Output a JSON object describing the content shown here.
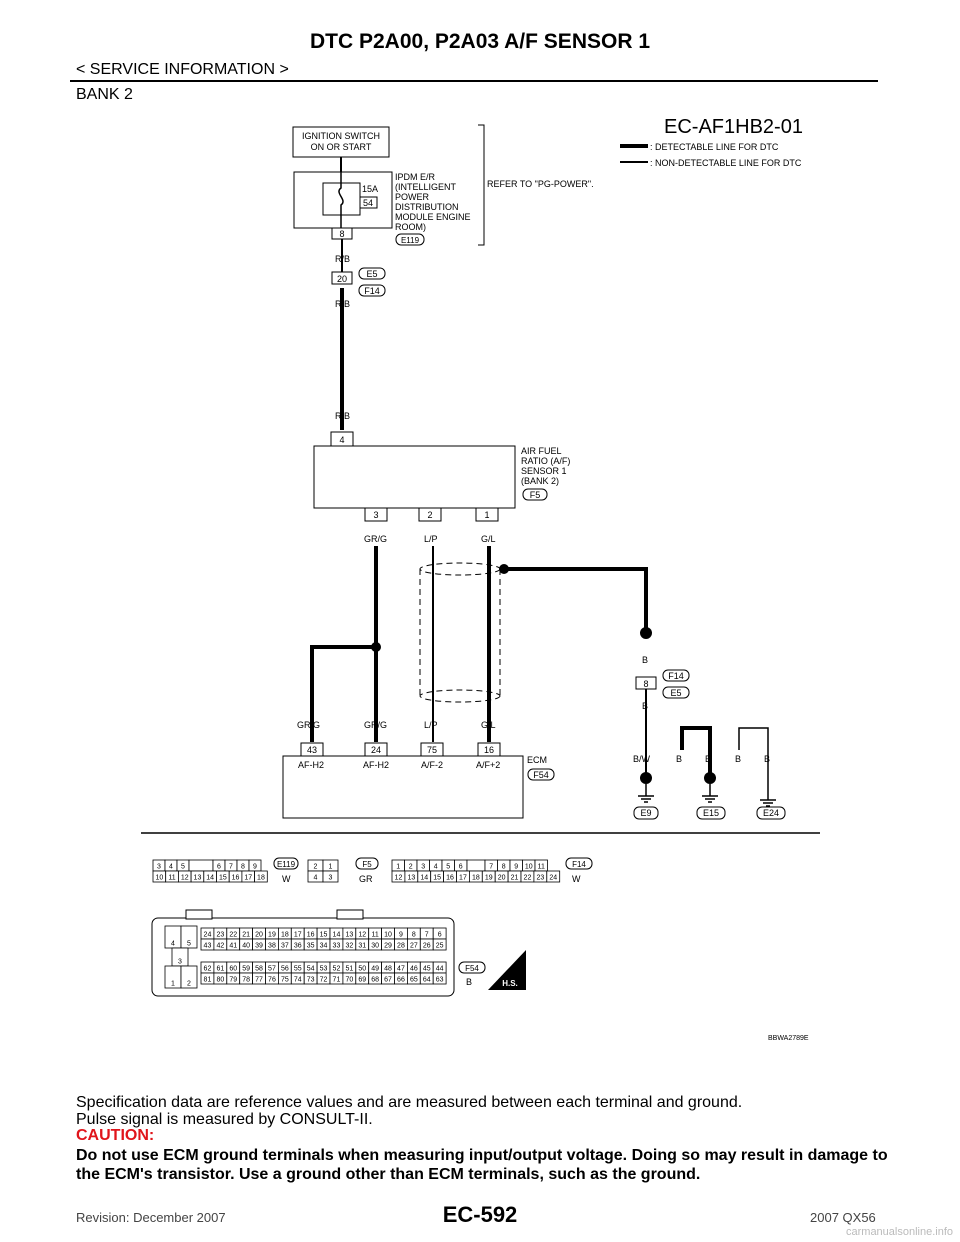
{
  "header": {
    "title": "DTC P2A00, P2A03 A/F SENSOR 1",
    "breadcrumb": "< SERVICE INFORMATION >",
    "section": "BANK 2"
  },
  "diagram": {
    "code": "EC-AF1HB2-01",
    "legend_detectable": ": DETECTABLE LINE FOR DTC",
    "legend_non_detectable": ": NON-DETECTABLE LINE FOR DTC",
    "ignition_switch_line1": "IGNITION SWITCH",
    "ignition_switch_line2": "ON OR START",
    "ipdm_lines": [
      "IPDM E/R",
      "(INTELLIGENT",
      "POWER",
      "DISTRIBUTION",
      "MODULE ENGINE",
      "ROOM)"
    ],
    "refer_text": "REFER TO \"PG-POWER\".",
    "fuse_amp": "15A",
    "fuse_no": "54",
    "ipdm_pin": "8",
    "conn_e119": "E119",
    "wire_rb": "R/B",
    "joint_pin20": "20",
    "conn_e5": "E5",
    "conn_f14": "F14",
    "sensor_pin4": "4",
    "sensor_lines": [
      "AIR FUEL",
      "RATIO (A/F)",
      "SENSOR 1",
      "(BANK 2)"
    ],
    "conn_f5": "F5",
    "sensor_pin3": "3",
    "sensor_pin2": "2",
    "sensor_pin1": "1",
    "wire_grg": "GR/G",
    "wire_lp": "L/P",
    "wire_gl": "G/L",
    "wire_b": "B",
    "joint_pin8": "8",
    "wire_bw": "B/W",
    "ecm_pin43": "43",
    "ecm_pin24": "24",
    "ecm_pin75": "75",
    "ecm_pin16": "16",
    "ecm_label": "ECM",
    "conn_f54": "F54",
    "ecm_term43": "AF-H2",
    "ecm_term24": "AF-H2",
    "ecm_term75": "A/F-2",
    "ecm_term16": "A/F+2",
    "ground_e9": "E9",
    "ground_e15": "E15",
    "ground_e24": "E24",
    "e119_color": "W",
    "f5_color": "GR",
    "f14_color": "W",
    "f54_color": "B",
    "hs_mark": "H.S.",
    "image_id": "BBWA2789E"
  },
  "connectors": {
    "e119_top": [
      "3",
      "4",
      "5",
      "",
      "6",
      "7",
      "8",
      "9"
    ],
    "e119_bottom": [
      "10",
      "11",
      "12",
      "13",
      "14",
      "15",
      "16",
      "17",
      "18"
    ],
    "f5_top": [
      "2",
      "1"
    ],
    "f5_bottom": [
      "4",
      "3"
    ],
    "f14_top": [
      "1",
      "2",
      "3",
      "4",
      "5",
      "6",
      "",
      "7",
      "8",
      "9",
      "10",
      "11"
    ],
    "f14_bottom": [
      "12",
      "13",
      "14",
      "15",
      "16",
      "17",
      "18",
      "19",
      "20",
      "21",
      "22",
      "23",
      "24"
    ],
    "f54_row1": [
      "24",
      "23",
      "22",
      "21",
      "20",
      "19",
      "18",
      "17",
      "16",
      "15",
      "14",
      "13",
      "12",
      "11",
      "10",
      "9",
      "8",
      "7",
      "6"
    ],
    "f54_row2": [
      "43",
      "42",
      "41",
      "40",
      "39",
      "38",
      "37",
      "36",
      "35",
      "34",
      "33",
      "32",
      "31",
      "30",
      "29",
      "28",
      "27",
      "26",
      "25"
    ],
    "f54_row3": [
      "62",
      "61",
      "60",
      "59",
      "58",
      "57",
      "56",
      "55",
      "54",
      "53",
      "52",
      "51",
      "50",
      "49",
      "48",
      "47",
      "46",
      "45",
      "44"
    ],
    "f54_row4": [
      "81",
      "80",
      "79",
      "78",
      "77",
      "76",
      "75",
      "74",
      "73",
      "72",
      "71",
      "70",
      "69",
      "68",
      "67",
      "66",
      "65",
      "64",
      "63"
    ],
    "f54_left": [
      "4",
      "5",
      "3",
      "1",
      "2"
    ]
  },
  "body_text": {
    "spec_line1": "Specification data are reference values and are measured between each terminal and ground.",
    "spec_line2": "Pulse signal is measured by CONSULT-II.",
    "caution_title": "CAUTION:",
    "caution_text": "Do not use ECM ground terminals when measuring input/output voltage. Doing so may result in damage to the ECM's transistor. Use a ground other than ECM terminals, such as the ground."
  },
  "footer": {
    "revision": "Revision: December 2007",
    "page": "EC-592",
    "model": "2007 QX56",
    "watermark": "carmanualsonline.info"
  }
}
